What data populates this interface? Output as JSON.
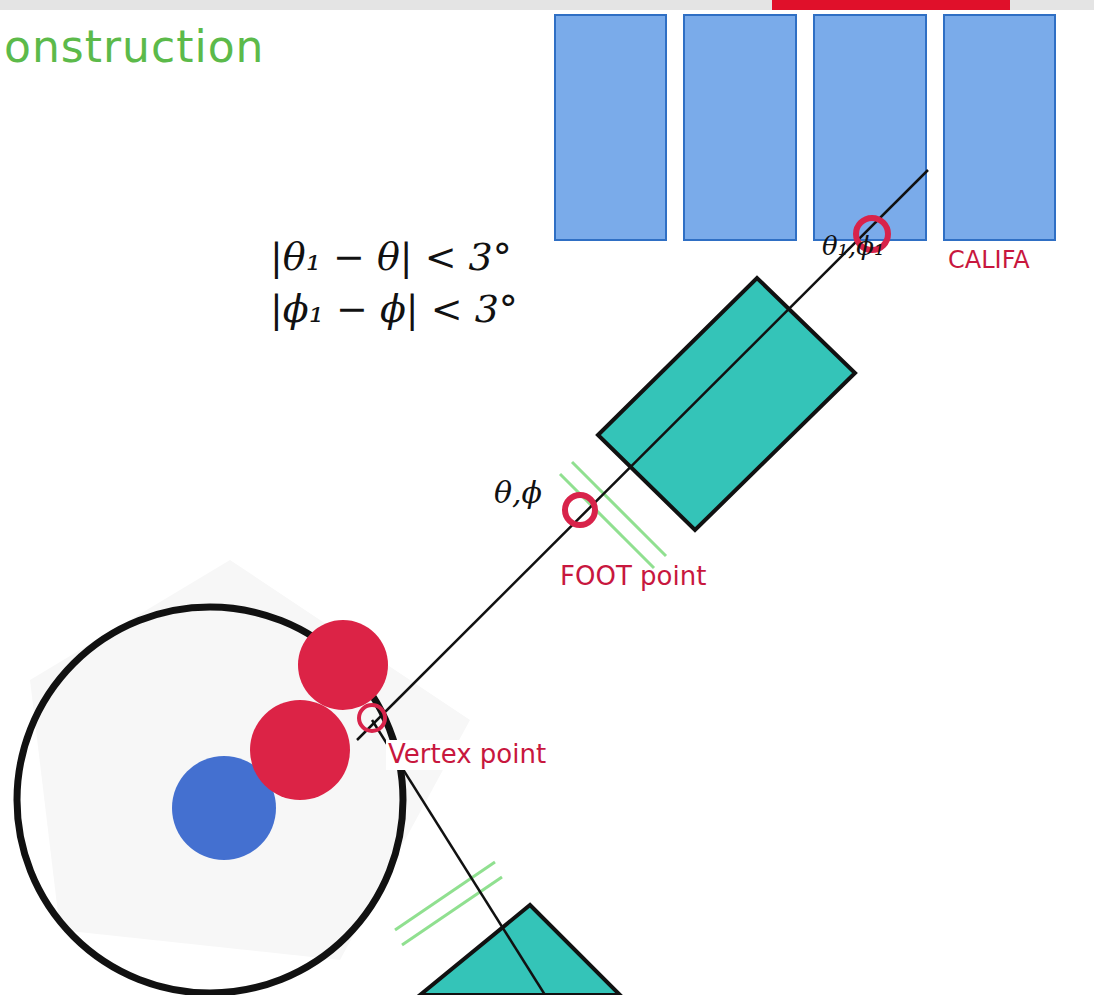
{
  "diagram": {
    "title": "onstruction",
    "labels": [
      "|θ₁ − θ| < 3°",
      "|ϕ₁ − ϕ| < 3°",
      "θ₁,ϕ₁",
      "CALIFA",
      "θ,ϕ",
      "FOOT point",
      "Vertex point"
    ]
  }
}
